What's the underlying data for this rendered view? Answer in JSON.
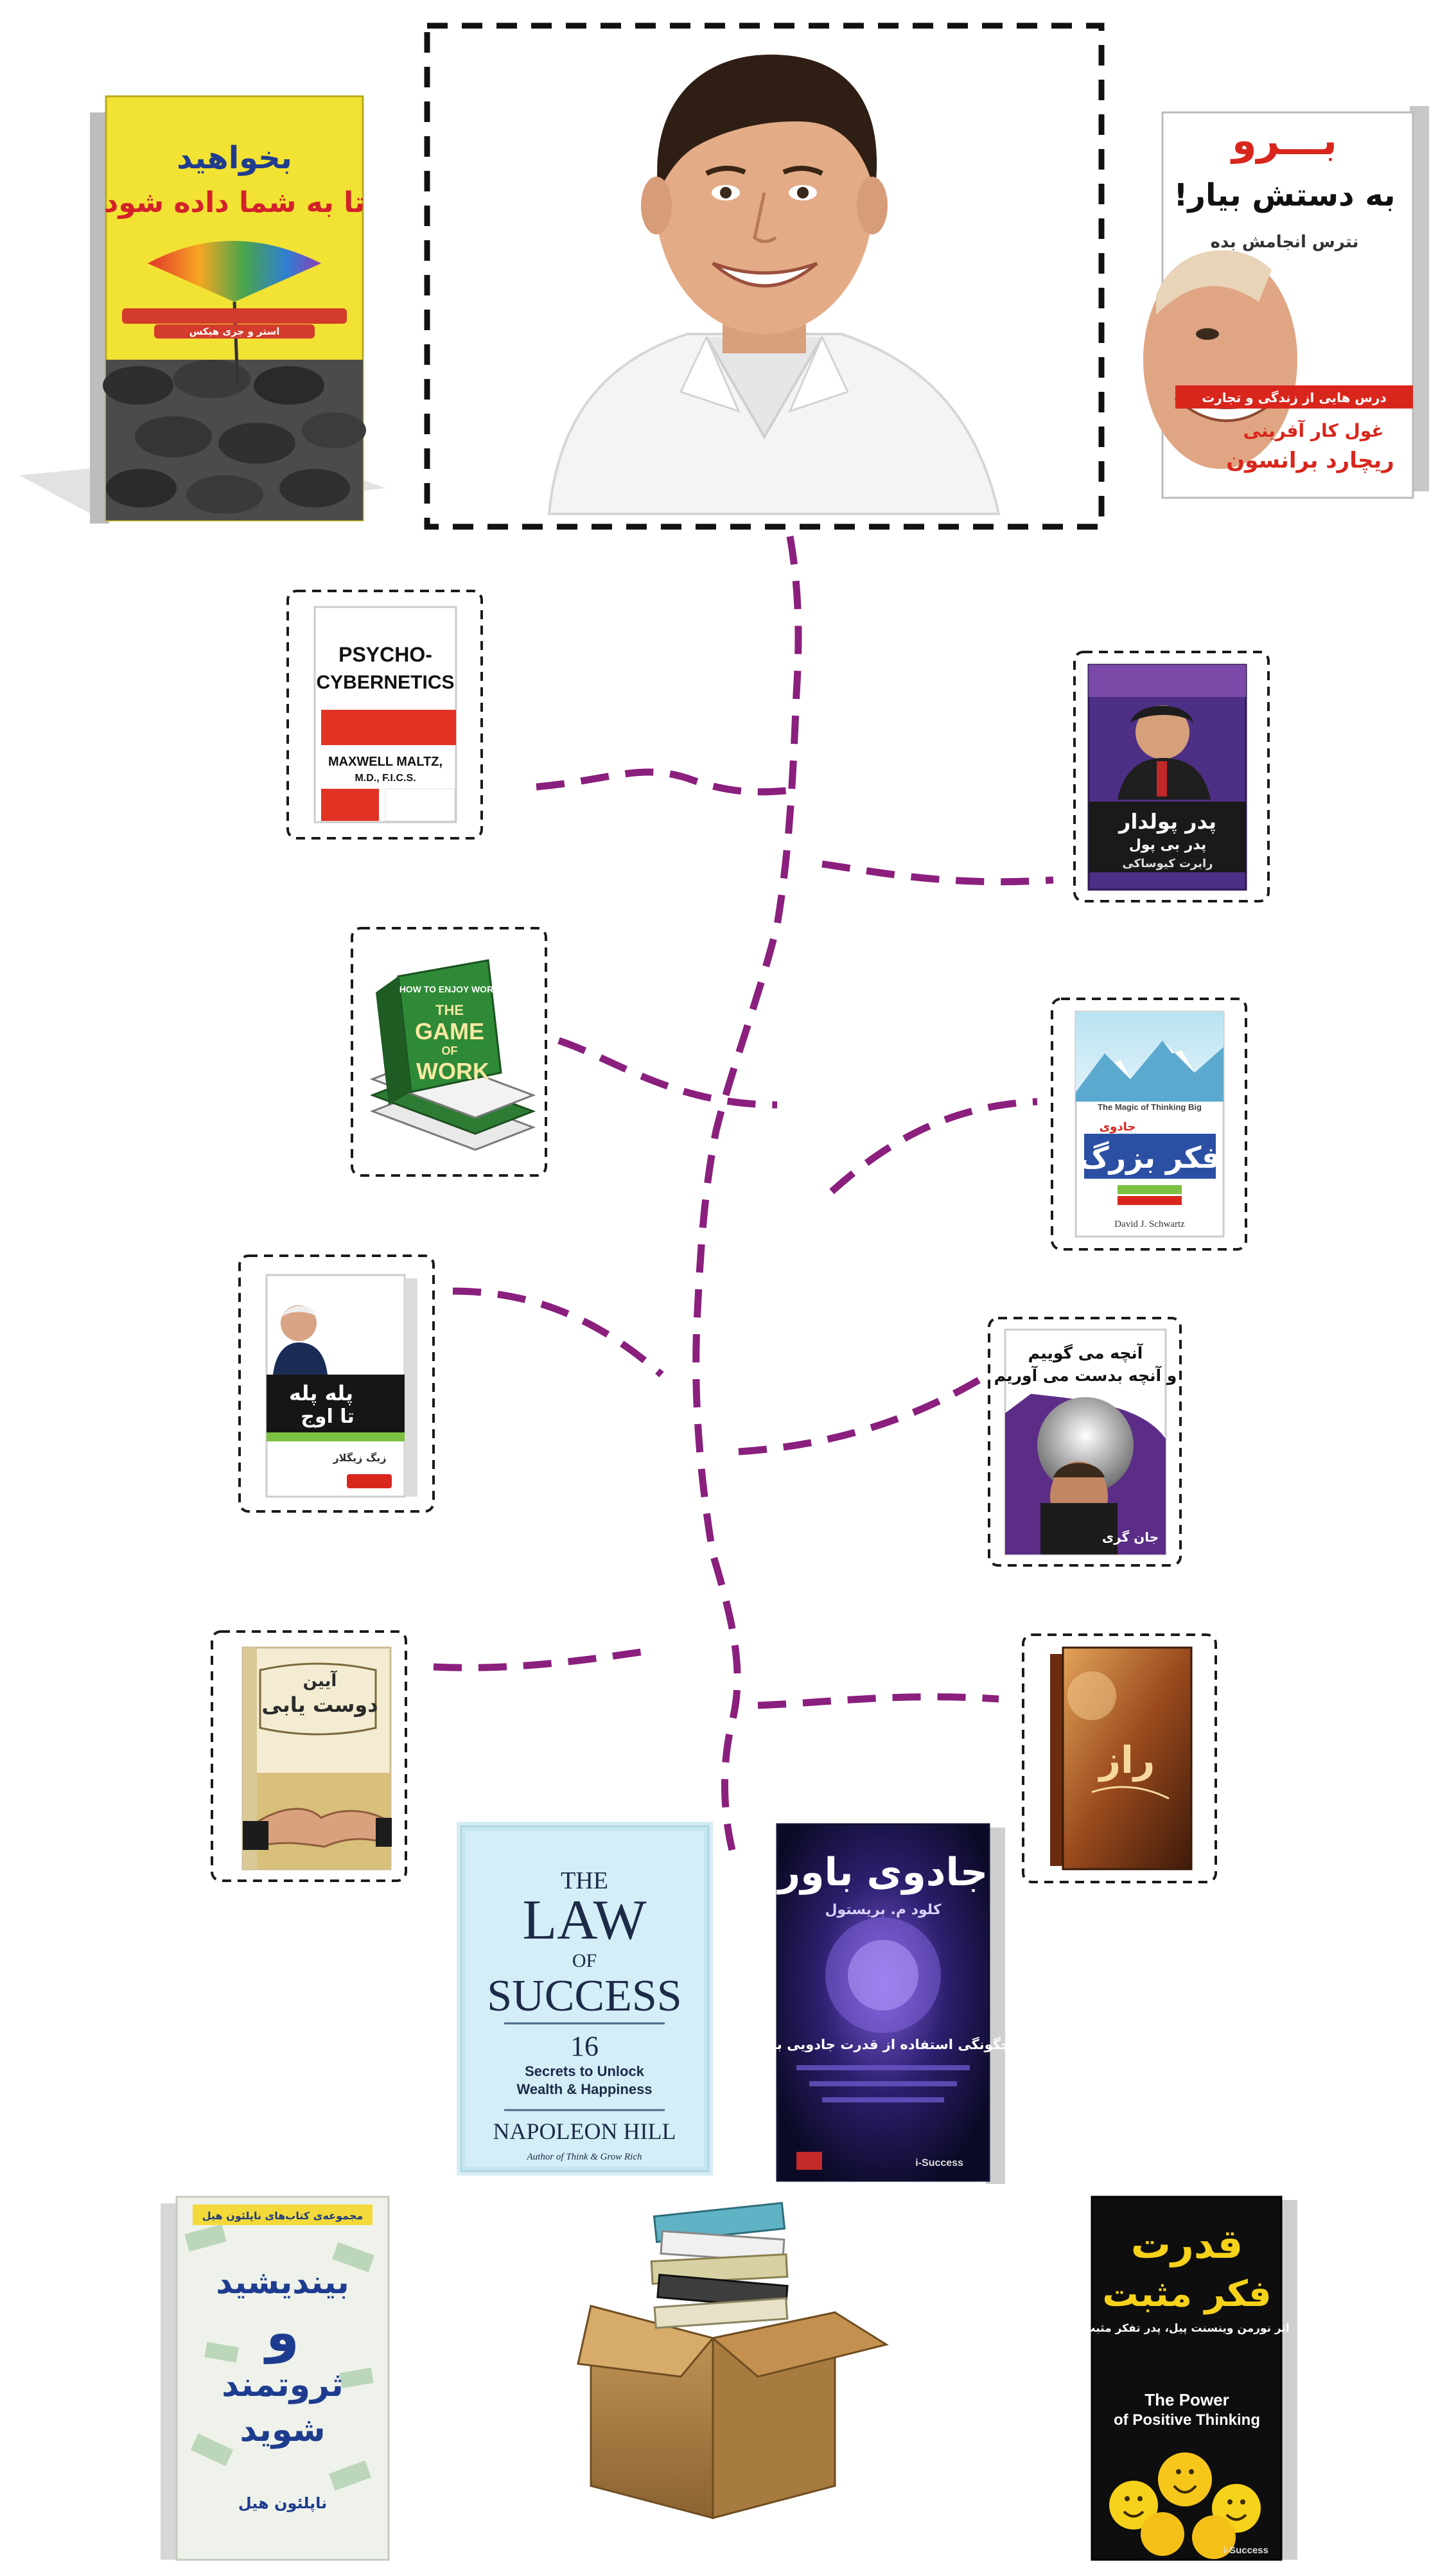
{
  "books": {
    "bekhahid": {
      "title": "بخواهید تا به شما داده شود",
      "line2": "تا به شما داده شود",
      "authors": "استر و جری هیکس"
    },
    "boro": {
      "title_top": "بـــرو",
      "title_main": "به دستش بیار!",
      "subtitle": "نترس انجامش بده",
      "tagline": "درس هایی از زندگی و تجارت",
      "author_line1": "غول کار آفرینی",
      "author_line2": "ریچارد برانسون"
    },
    "psycho": {
      "title1": "PSYCHO-",
      "title2": "CYBERNETICS",
      "author1": "MAXWELL MALTZ,",
      "author2": "M.D., F.I.C.S."
    },
    "pedar": {
      "title": "پدر پولدار",
      "subtitle": "پدر بی پول",
      "author": "رابرت کیوساکی"
    },
    "game": {
      "top": "HOW TO ENJOY WORK",
      "title1": "THE",
      "title2": "GAME",
      "title3": "OF",
      "title4": "WORK"
    },
    "fekr": {
      "english": "The Magic of Thinking Big",
      "title_small": "جادوی",
      "title": "فکر بزرگ",
      "author": "David J. Schwartz"
    },
    "pelle": {
      "title1": "پله پله",
      "title2": "تا اوج",
      "author": "زیگ زیگلار"
    },
    "anche": {
      "line1": "آنچه می گوییم",
      "line2": "و آنچه بدست می آوریم",
      "author": "جان گری"
    },
    "aein": {
      "line1": "آیین",
      "line2": "دوست یابی"
    },
    "raz": {
      "title": "راز"
    },
    "law": {
      "the": "THE",
      "law": "LAW",
      "of": "OF",
      "success": "SUCCESS",
      "number": "16",
      "sub1": "Secrets to Unlock",
      "sub2": "Wealth & Happiness",
      "author": "NAPOLEON HILL",
      "credit": "Author of Think & Grow Rich"
    },
    "jadoo": {
      "title": "جادوی باور",
      "author": "کلود م. بریستول",
      "subtitle": "چگونگی استفاده از قدرت جادویی باور",
      "publisher": "i-Success"
    },
    "bian": {
      "series": "مجموعه‌ی کتاب‌های ناپلئون هیل",
      "title1": "بیندیشید",
      "title2": "و",
      "title3": "ثروتمند",
      "title4": "شوید",
      "author": "ناپلئون هیل"
    },
    "ghodrat": {
      "title1": "قدرت",
      "title2": "فکر مثبت",
      "subtitle": "اثر نورمن وینسنت پیل، پدر تفکر مثبت",
      "english1": "The Power",
      "english2": "of Positive Thinking",
      "publisher": "i-Success"
    }
  },
  "colors": {
    "branch": "#8a1f7d",
    "frame": "#1a1a1a",
    "yellow_cover": "#f2e233",
    "boro_red": "#d9261c",
    "ghodrat_yellow": "#f6d21a"
  }
}
